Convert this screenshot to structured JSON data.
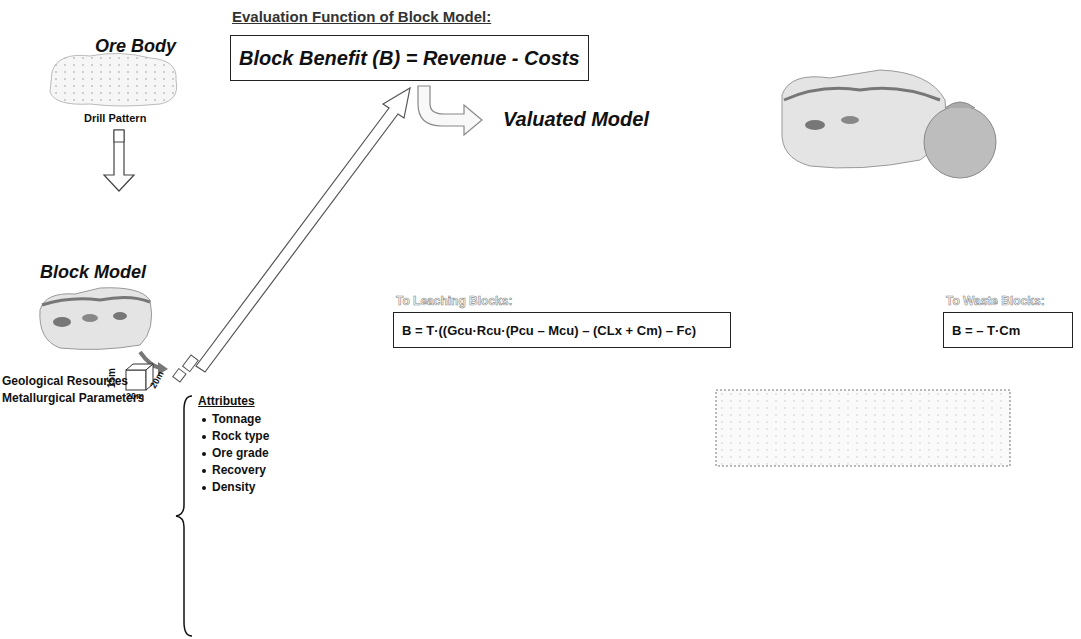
{
  "diagram": {
    "title": "Evaluation Function of Block Model:",
    "nodes": [
      {
        "text": [
          "Block Benefit (B) = Revenue - Costs"
        ]
      },
      {
        "text": [
          "To Leaching Blocks:",
          "B = T·((Gcu·Rcu·(Pcu – Mcu) – (CLx + Cm) – Fc)"
        ]
      },
      {
        "text": [
          "To Waste Blocks:",
          "B = – T·Cm"
        ]
      }
    ],
    "labels": [
      "Ore Body",
      "Drill Pattern",
      "Block Model",
      "Geological Resources",
      "Metallurgical Parameters",
      "15m",
      "20m",
      "20m",
      "Attributes",
      "Tonnage",
      "Rock type",
      "Ore grade",
      "Recovery",
      "Density",
      "Valuated Model"
    ]
  }
}
